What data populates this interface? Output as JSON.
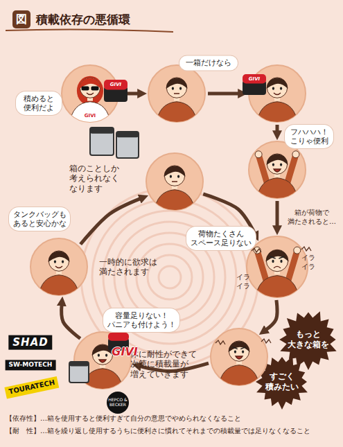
{
  "diagram": {
    "title": "積載依存の悪循環",
    "nodes": [
      {
        "text": [
          "積めると 便利だよ",
          "GIVI",
          "GIVI"
        ]
      },
      {
        "text": [
          "一箱だけなら"
        ]
      },
      {
        "text": [
          "GIVI"
        ]
      },
      {
        "text": [
          "フハハハ！ こりゃ便利"
        ]
      },
      {
        "text": [
          "荷物たくさん スペース足りない",
          "イラ イラ",
          "イラ イラ"
        ]
      },
      {
        "text": [
          "もっと 大きな箱を",
          "すごく 積みたい"
        ]
      },
      {
        "text": [
          "容量足りない！ パニアも付けよう！",
          "体に耐性ができて 次第に積載量が 増えていきます"
        ]
      },
      {
        "text": [
          "タンクバッグも あると安心かな",
          "一時的に欲求は 満たされます"
        ]
      },
      {
        "text": [
          "箱のことしか 考えられなく なります"
        ]
      }
    ],
    "edges": [
      {
        "from": 0,
        "to": 1,
        "arrow": "to"
      },
      {
        "from": 1,
        "to": 2,
        "arrow": "to"
      },
      {
        "from": 2,
        "to": 3,
        "arrow": "to"
      },
      {
        "from": 3,
        "to": 4,
        "label": "箱が荷物で 満たされると…",
        "arrow": "to"
      },
      {
        "from": 4,
        "to": 5,
        "arrow": "to"
      },
      {
        "from": 5,
        "to": 6,
        "arrow": "to"
      },
      {
        "from": 6,
        "to": 7,
        "arrow": "to"
      },
      {
        "from": 7,
        "to": 8,
        "arrow": "to"
      },
      {
        "from": 8,
        "to": 4,
        "arrow": "to"
      }
    ],
    "labels": [
      "図",
      "SHAD",
      "SW-MOTECH",
      "GIVI",
      "TOURATECH",
      "HEPCO & BECKER",
      "【依存性】…箱を使用すると便利すぎて自分の意思でやめられなくなること",
      "【耐　性】…箱を繰り返し使用するうちに便利さに慣れてそれまでの積載量では足りなくなること"
    ]
  }
}
